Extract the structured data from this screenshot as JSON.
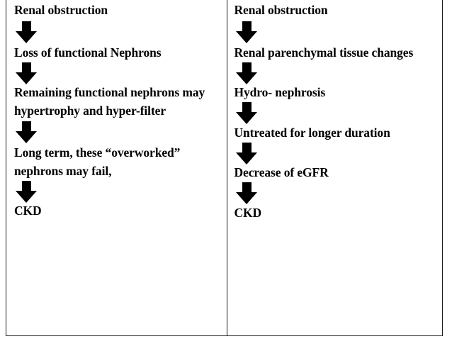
{
  "slide": {
    "background_color": "#ffffff",
    "text_color": "#000000",
    "border_color": "#1a1a1a",
    "arrow_color": "#000000",
    "arrow_icon_name": "down-arrow-icon"
  },
  "flowchart": {
    "columns": [
      {
        "name": "left-pathway",
        "steps": [
          "Renal obstruction",
          "Loss of functional Nephrons",
          "Remaining functional nephrons may hypertrophy and hyper-filter",
          "Long term, these “overworked” nephrons may fail,",
          "CKD"
        ]
      },
      {
        "name": "right-pathway",
        "steps": [
          "Renal obstruction",
          "Renal parenchymal tissue changes",
          "Hydro- nephrosis",
          "Untreated for longer duration",
          "Decrease of eGFR",
          "CKD"
        ]
      }
    ]
  }
}
